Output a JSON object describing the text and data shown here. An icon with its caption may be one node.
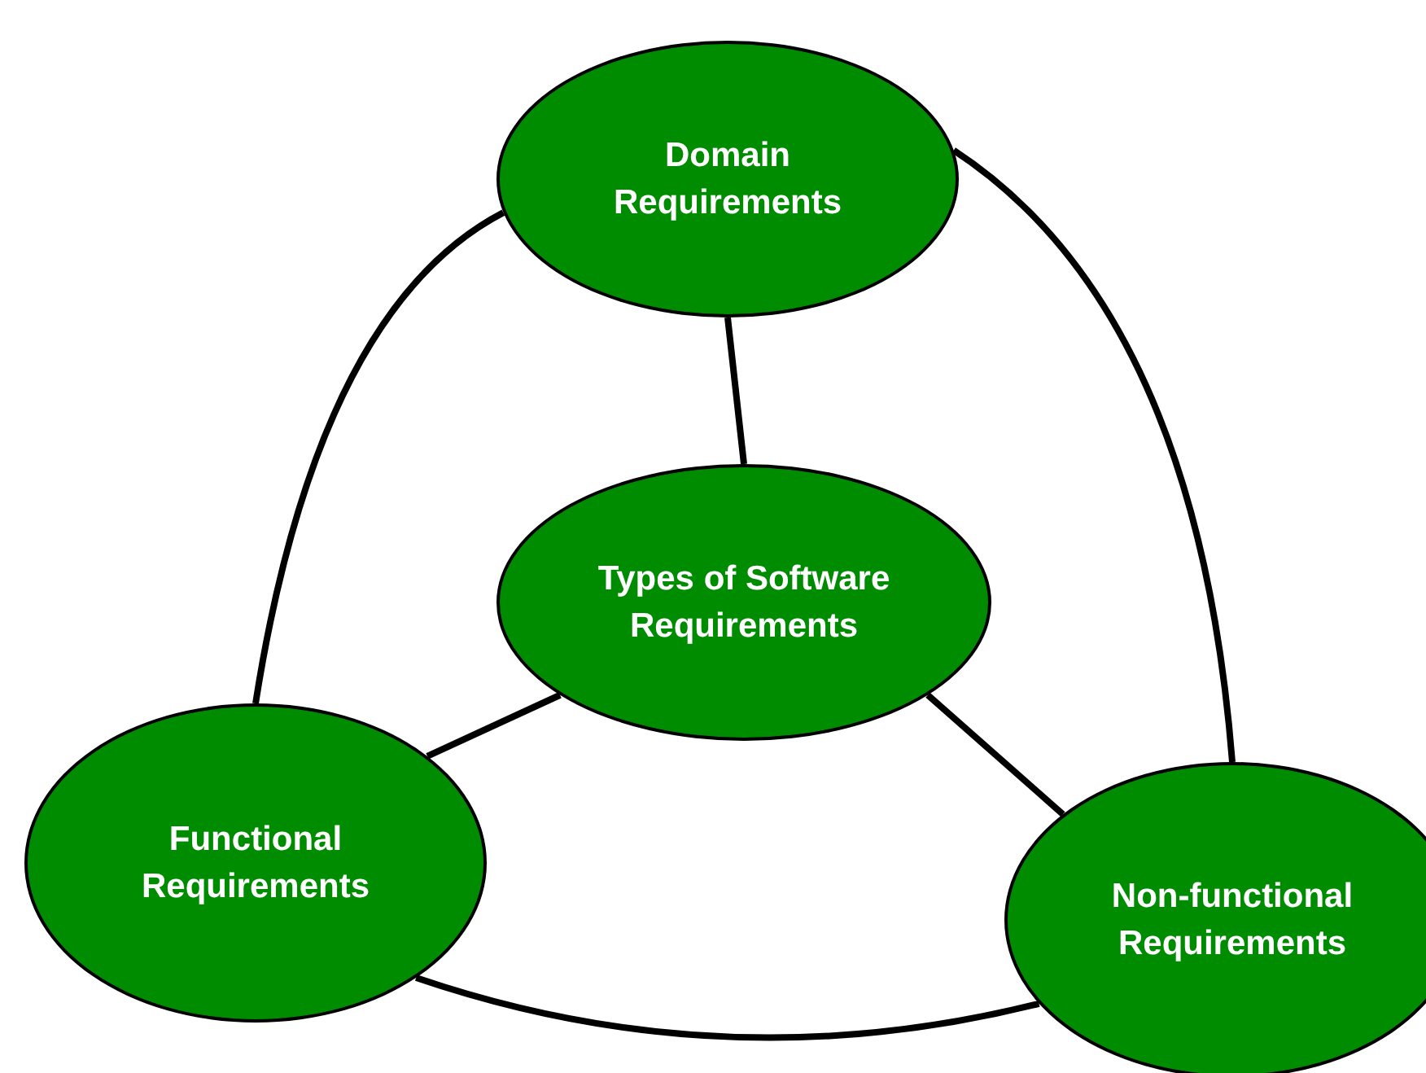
{
  "diagram": {
    "nodes": [
      {
        "text": [
          "Domain Requirements"
        ]
      },
      {
        "text": [
          "Types of Software Requirements"
        ]
      },
      {
        "text": [
          "Functional Requirements"
        ]
      },
      {
        "text": [
          "Non-functional Requirements"
        ]
      }
    ],
    "edges": [
      {
        "from": 0,
        "to": 1,
        "arrow": "none"
      },
      {
        "from": 1,
        "to": 2,
        "arrow": "none"
      },
      {
        "from": 1,
        "to": 3,
        "arrow": "none"
      },
      {
        "from": 0,
        "to": 2,
        "arrow": "none"
      },
      {
        "from": 0,
        "to": 3,
        "arrow": "none"
      },
      {
        "from": 2,
        "to": 3,
        "arrow": "none"
      }
    ]
  }
}
